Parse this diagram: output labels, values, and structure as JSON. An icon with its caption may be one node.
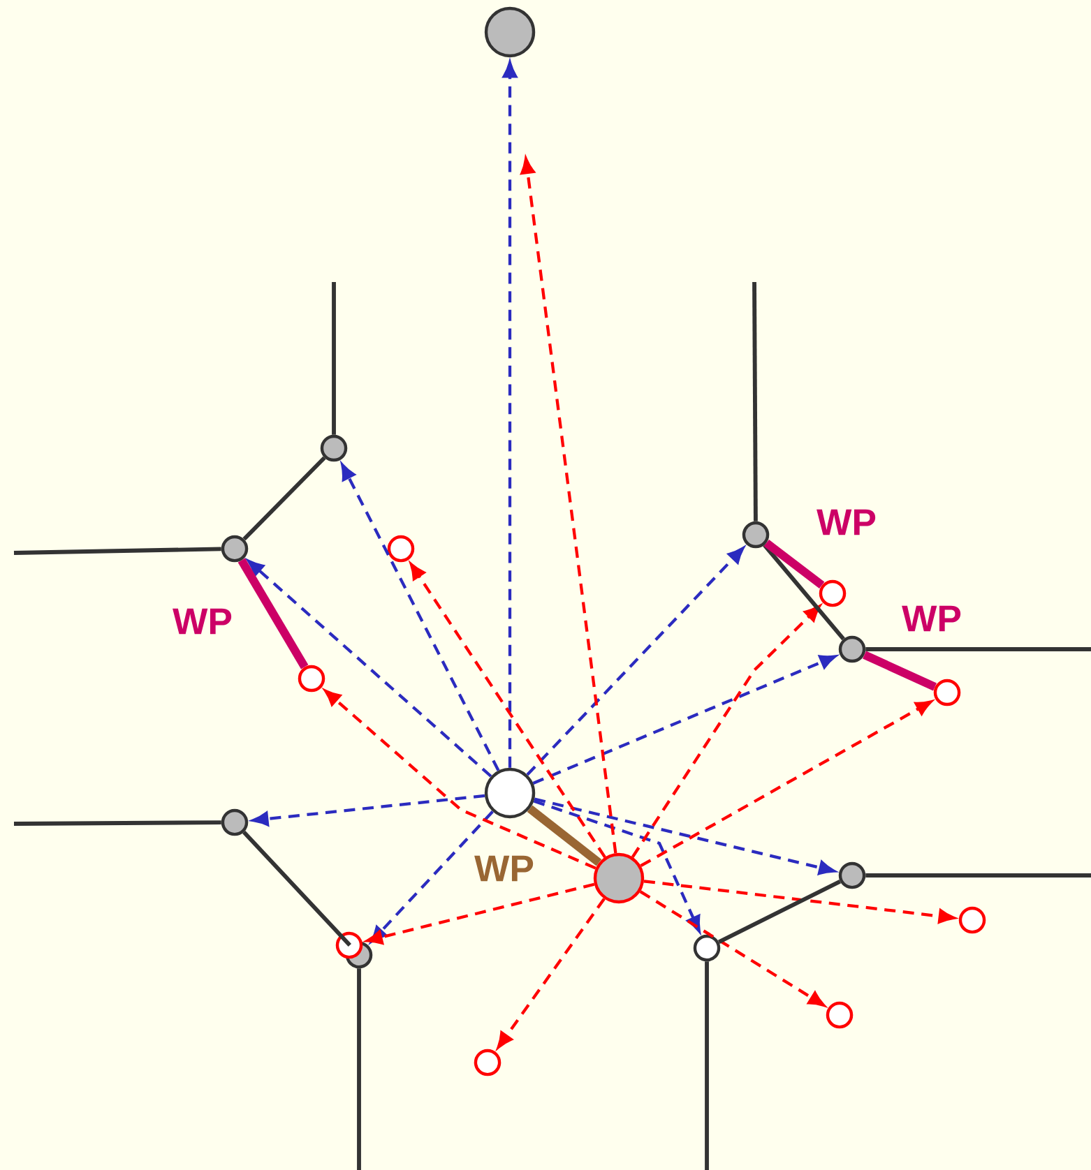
{
  "diagram": {
    "nodes": [
      {
        "text": [],
        "shape": "circle"
      },
      {
        "text": [],
        "shape": "circle"
      },
      {
        "text": [],
        "shape": "circle"
      },
      {
        "text": [],
        "shape": "circle"
      },
      {
        "text": [],
        "shape": "circle"
      },
      {
        "text": [],
        "shape": "circle"
      },
      {
        "text": [],
        "shape": "circle"
      },
      {
        "text": [],
        "shape": "circle"
      },
      {
        "text": [],
        "shape": "circle"
      },
      {
        "text": [],
        "shape": "circle"
      },
      {
        "text": [],
        "shape": "circle"
      },
      {
        "text": [],
        "shape": "circle"
      },
      {
        "text": [],
        "shape": "circle"
      },
      {
        "text": [],
        "shape": "circle"
      },
      {
        "text": [],
        "shape": "circle"
      },
      {
        "text": [],
        "shape": "circle"
      },
      {
        "text": [],
        "shape": "circle"
      },
      {
        "text": [],
        "shape": "circle"
      },
      {
        "text": [],
        "shape": "circle"
      }
    ],
    "edges": [
      {
        "from": 9,
        "to": 0,
        "arrow": "to",
        "style": "dashed",
        "color": "#2b2bbf"
      },
      {
        "from": 9,
        "to": 1,
        "arrow": "to",
        "style": "dashed",
        "color": "#2b2bbf"
      },
      {
        "from": 9,
        "to": 2,
        "arrow": "to",
        "style": "dashed",
        "color": "#2b2bbf"
      },
      {
        "from": 9,
        "to": 3,
        "arrow": "to",
        "style": "dashed",
        "color": "#2b2bbf"
      },
      {
        "from": 9,
        "to": 4,
        "arrow": "to",
        "style": "dashed",
        "color": "#2b2bbf"
      },
      {
        "from": 9,
        "to": 5,
        "arrow": "to",
        "style": "dashed",
        "color": "#2b2bbf"
      },
      {
        "from": 9,
        "to": 6,
        "arrow": "to",
        "style": "dashed",
        "color": "#2b2bbf"
      },
      {
        "from": 9,
        "to": 7,
        "arrow": "to",
        "style": "dashed",
        "color": "#2b2bbf"
      },
      {
        "from": 9,
        "to": 8,
        "arrow": "to",
        "style": "dashed",
        "color": "#2b2bbf"
      },
      {
        "from": 10,
        "to": null,
        "arrow": "to",
        "style": "dashed",
        "color": "#ff0000"
      },
      {
        "from": 10,
        "to": 11,
        "arrow": "to",
        "style": "dashed",
        "color": "#ff0000"
      },
      {
        "from": 10,
        "to": 12,
        "arrow": "to",
        "style": "dashed",
        "color": "#ff0000"
      },
      {
        "from": 10,
        "to": 13,
        "arrow": "to",
        "style": "dashed",
        "color": "#ff0000"
      },
      {
        "from": 10,
        "to": 14,
        "arrow": "to",
        "style": "dashed",
        "color": "#ff0000"
      },
      {
        "from": 10,
        "to": 15,
        "arrow": "to",
        "style": "dashed",
        "color": "#ff0000"
      },
      {
        "from": 10,
        "to": 16,
        "arrow": "to",
        "style": "dashed",
        "color": "#ff0000"
      },
      {
        "from": 10,
        "to": 17,
        "arrow": "to",
        "style": "dashed",
        "color": "#ff0000"
      },
      {
        "from": 10,
        "to": 18,
        "arrow": "to",
        "style": "dashed",
        "color": "#ff0000"
      },
      {
        "from": 1,
        "to": 2,
        "arrow": "none"
      },
      {
        "from": 3,
        "to": 4,
        "arrow": "none"
      },
      {
        "from": 5,
        "to": 6,
        "arrow": "none"
      },
      {
        "from": 7,
        "to": 8,
        "arrow": "none"
      },
      {
        "from": 1,
        "to": null,
        "arrow": "none"
      },
      {
        "from": 2,
        "to": null,
        "arrow": "none"
      },
      {
        "from": 3,
        "to": null,
        "arrow": "none"
      },
      {
        "from": 4,
        "to": null,
        "arrow": "none"
      },
      {
        "from": 5,
        "to": null,
        "arrow": "none"
      },
      {
        "from": 6,
        "to": null,
        "arrow": "none"
      },
      {
        "from": 7,
        "to": null,
        "arrow": "none"
      },
      {
        "from": 8,
        "to": null,
        "arrow": "none"
      },
      {
        "from": 2,
        "to": 12,
        "arrow": "none",
        "label": "WP",
        "style": "thick",
        "color": "#cc0066"
      },
      {
        "from": 3,
        "to": 13,
        "arrow": "none",
        "label": "WP",
        "style": "thick",
        "color": "#cc0066"
      },
      {
        "from": 4,
        "to": 14,
        "arrow": "none",
        "label": "WP",
        "style": "thick",
        "color": "#cc0066"
      },
      {
        "from": 9,
        "to": 10,
        "arrow": "none",
        "label": "WP",
        "style": "thick",
        "color": "#996633"
      }
    ]
  }
}
